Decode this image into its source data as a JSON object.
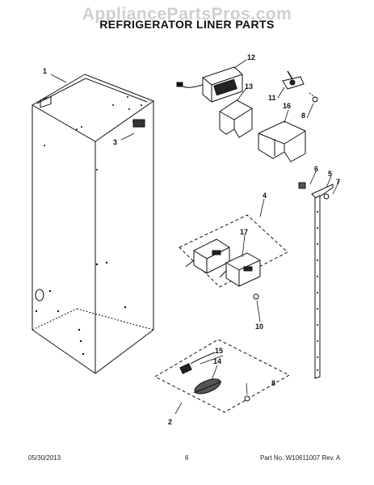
{
  "watermark": "AppliancePartsPros.com",
  "title": "REFRIGERATOR LINER PARTS",
  "callouts": {
    "c1": "1",
    "c2": "2",
    "c3": "3",
    "c4": "4",
    "c5": "5",
    "c6": "6",
    "c7": "7",
    "c8a": "8",
    "c8b": "8",
    "c10": "10",
    "c11": "11",
    "c12": "12",
    "c13": "13",
    "c14": "14",
    "c15": "15",
    "c16": "16",
    "c17": "17"
  },
  "footer": {
    "date": "05/30/2013",
    "page": "6",
    "part_number": "Part No. W10611007  Rev. A"
  }
}
